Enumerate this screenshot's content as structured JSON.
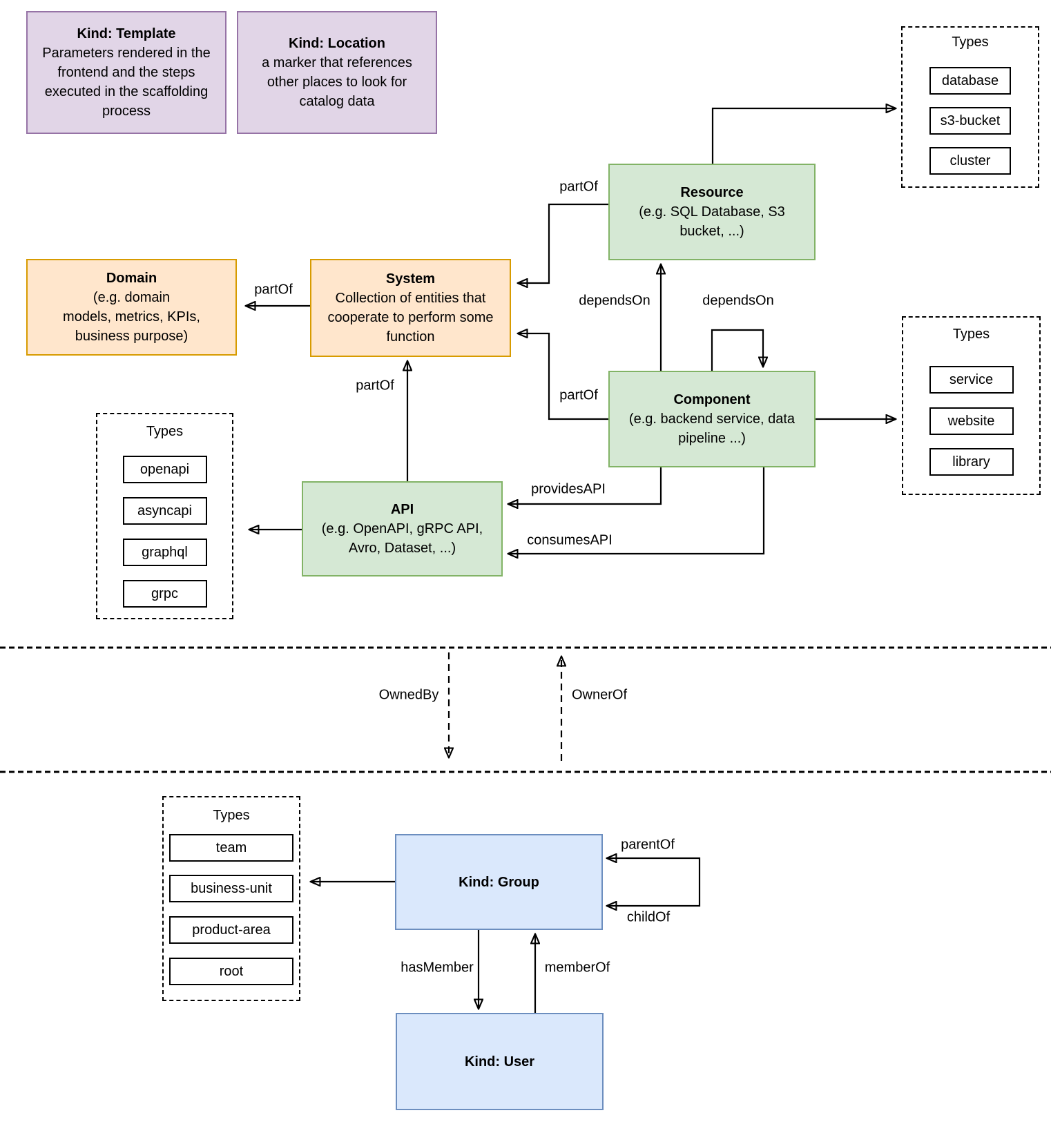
{
  "notes": {
    "template": {
      "title": "Kind: Template",
      "lines": [
        "Parameters rendered in the",
        "frontend and the steps",
        "executed in  the scaffolding",
        "process"
      ]
    },
    "location": {
      "title": "Kind: Location",
      "lines": [
        "a marker that references",
        "other places to look for",
        "catalog data"
      ]
    }
  },
  "entities": {
    "resource": {
      "title": "Resource",
      "lines": [
        "(e.g. SQL Database, S3",
        "bucket, ...)"
      ]
    },
    "domain": {
      "title": "Domain",
      "lines": [
        "(e.g.  domain",
        "models, metrics, KPIs,",
        "business purpose)"
      ]
    },
    "system": {
      "title": "System",
      "lines": [
        "Collection of entities that",
        "cooperate to perform some",
        "function"
      ]
    },
    "component": {
      "title": "Component",
      "lines": [
        "(e.g. backend service, data",
        "pipeline ...)"
      ]
    },
    "api": {
      "title": "API",
      "lines": [
        "(e.g. OpenAPI, gRPC API,",
        "Avro, Dataset, ...)"
      ]
    },
    "group": {
      "title": "Kind: Group"
    },
    "user": {
      "title": "Kind: User"
    }
  },
  "type_panels": {
    "resource_types": {
      "title": "Types",
      "items": [
        "database",
        "s3-bucket",
        "cluster"
      ]
    },
    "component_types": {
      "title": "Types",
      "items": [
        "service",
        "website",
        "library"
      ]
    },
    "api_types": {
      "title": "Types",
      "items": [
        "openapi",
        "asyncapi",
        "graphql",
        "grpc"
      ]
    },
    "group_types": {
      "title": "Types",
      "items": [
        "team",
        "business-unit",
        "product-area",
        "root"
      ]
    }
  },
  "edge_labels": {
    "resource_partof": "partOf",
    "system_partof": "partOf",
    "component_partof": "partOf",
    "api_partof": "partOf",
    "dependson_resource": "dependsOn",
    "dependson_self": "dependsOn",
    "providesapi": "providesAPI",
    "consumesapi": "consumesAPI",
    "ownedby": "OwnedBy",
    "ownerof": "OwnerOf",
    "parentof": "parentOf",
    "childof": "childOf",
    "hasmember": "hasMember",
    "memberof": "memberOf"
  },
  "colors": {
    "purple_fill": "#E1D5E7",
    "purple_stroke": "#9673A6",
    "orange_fill": "#FFE6CC",
    "orange_stroke": "#D79B00",
    "green_fill": "#D5E8D4",
    "green_stroke": "#82B366",
    "blue_fill": "#DAE8FC",
    "blue_stroke": "#6C8EBF",
    "line": "#000000",
    "background": "#FFFFFF"
  }
}
